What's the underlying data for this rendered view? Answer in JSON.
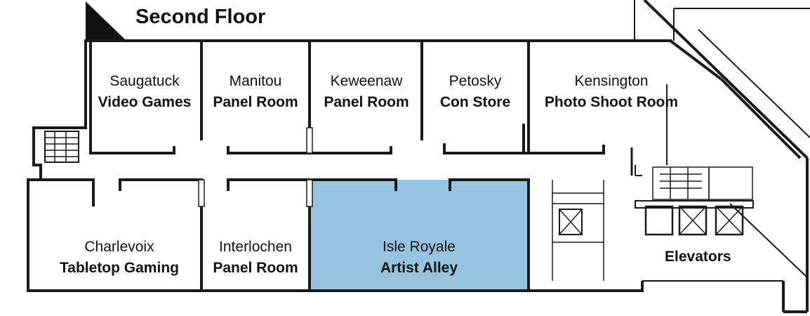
{
  "floor": {
    "title": "Second Floor"
  },
  "rooms": [
    {
      "name": "Saugatuck",
      "use": "Video Games"
    },
    {
      "name": "Manitou",
      "use": "Panel Room"
    },
    {
      "name": "Keweenaw",
      "use": "Panel Room"
    },
    {
      "name": "Petosky",
      "use": "Con Store"
    },
    {
      "name": "Kensington",
      "use": "Photo Shoot Room"
    },
    {
      "name": "Charlevoix",
      "use": "Tabletop Gaming"
    },
    {
      "name": "Interlochen",
      "use": "Panel Room"
    },
    {
      "name": "Isle Royale",
      "use": "Artist Alley",
      "highlighted": true
    }
  ],
  "elevators": {
    "label": "Elevators"
  },
  "colors": {
    "highlight": "#96c3df",
    "walls": "#1a1a1a"
  }
}
